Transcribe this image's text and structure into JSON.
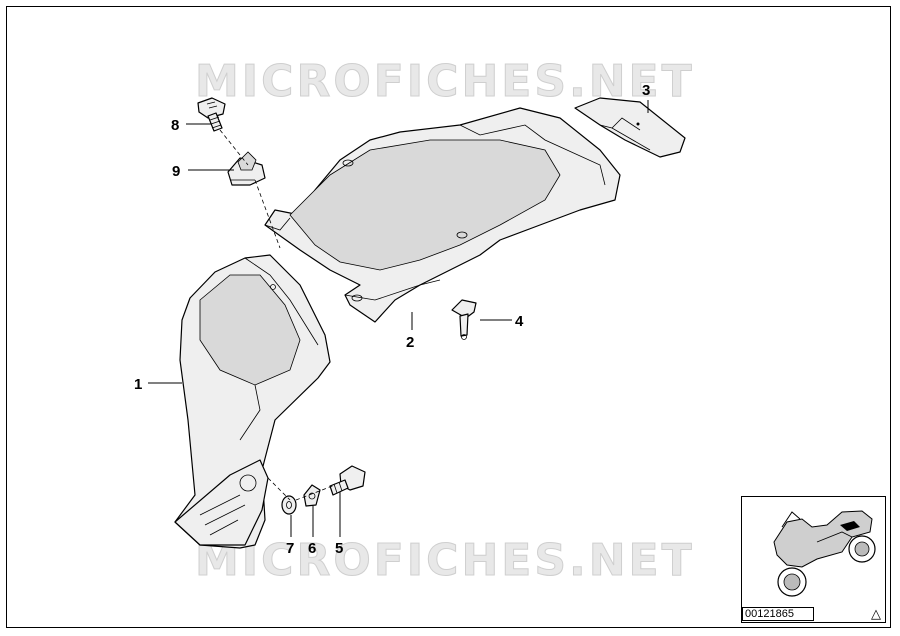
{
  "watermark": {
    "text": "MICROFICHES.NET"
  },
  "callouts": [
    {
      "id": "1",
      "label": "1"
    },
    {
      "id": "2",
      "label": "2"
    },
    {
      "id": "3",
      "label": "3"
    },
    {
      "id": "4",
      "label": "4"
    },
    {
      "id": "5",
      "label": "5"
    },
    {
      "id": "6",
      "label": "6"
    },
    {
      "id": "7",
      "label": "7"
    },
    {
      "id": "8",
      "label": "8"
    },
    {
      "id": "9",
      "label": "9"
    }
  ],
  "thumbnail": {
    "diagram_number": "00121865"
  },
  "icons": {
    "warning": "warning-triangle-icon",
    "thumbnail": "motorcycle-icon"
  }
}
